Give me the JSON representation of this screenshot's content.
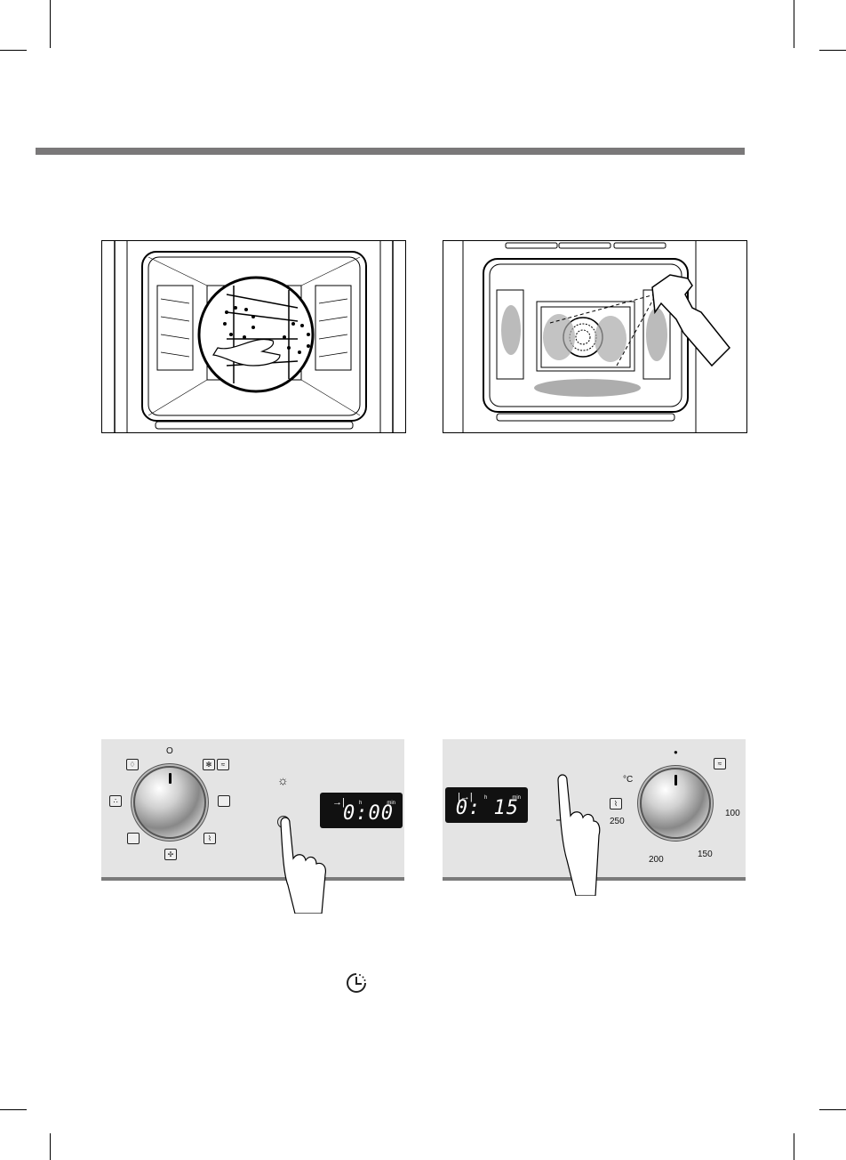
{
  "page": {
    "header_rule_color": "#7a7879",
    "panel_bg": "#e4e4e4",
    "display_bg": "#111111"
  },
  "figures": {
    "oven_rails": {
      "description": "Removing side rack rails from oven interior",
      "icon": "hand-removing-rails-icon"
    },
    "oven_spray": {
      "description": "Spraying cleaner inside oven cavity",
      "icon": "spray-bottle-icon"
    }
  },
  "panel_left": {
    "dial_top_label": "O",
    "dial_symbols": [
      "lamp",
      "fan-grill",
      "defrost",
      "top-bottom-heat",
      "top-heat",
      "fan",
      "bottom-heat",
      "steam"
    ],
    "light_icon": "light-bulb-icon",
    "display": {
      "mode_icon": "→|",
      "h_label": "h",
      "min_label": "min",
      "time": "0:00"
    }
  },
  "panel_right": {
    "display": {
      "mode_icon": "|→|",
      "h_label": "h",
      "min_label": "min",
      "time": "0: 15"
    },
    "unit_label": "°C",
    "temp_labels": [
      "100",
      "150",
      "200",
      "250"
    ]
  },
  "clock_icon": "timer-clock-icon"
}
